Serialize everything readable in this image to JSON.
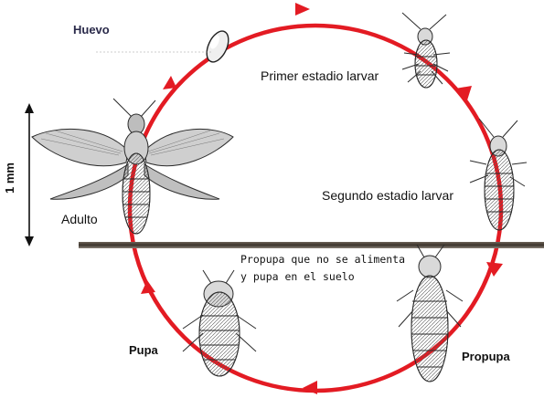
{
  "labels": {
    "egg": "Huevo",
    "first_instar": "Primer estadio larvar",
    "second_instar": "Segundo estadio larvar",
    "adult": "Adulto",
    "soil_note_line1": "Propupa que no se alimenta",
    "soil_note_line2": "y pupa en el suelo",
    "pupa": "Pupa",
    "propupa": "Propupa",
    "scale": "1 mm"
  },
  "colors": {
    "cycle": "#e31b23",
    "ground": "#4a4036",
    "insect_fill": "#d9d9d9",
    "insect_stroke": "#2b2b2b",
    "wing": "#bfbfbf"
  }
}
